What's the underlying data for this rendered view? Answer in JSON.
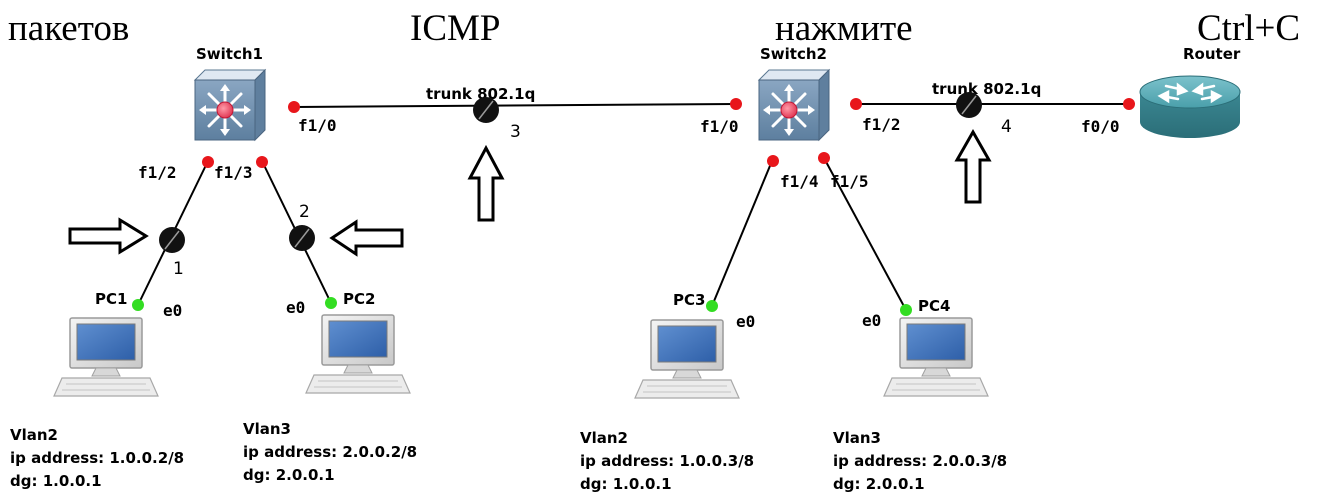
{
  "header_words": [
    "пакетов",
    "ICMP",
    "нажмите",
    "Ctrl+C"
  ],
  "devices": {
    "switch1": "Switch1",
    "switch2": "Switch2",
    "router": "Router",
    "pc1": "PC1",
    "pc2": "PC2",
    "pc3": "PC3",
    "pc4": "PC4"
  },
  "links": {
    "trunk1": "trunk 802.1q",
    "trunk2": "trunk 802.1q"
  },
  "ports": {
    "sw1_f1_0": "f1/0",
    "sw1_f1_2": "f1/2",
    "sw1_f1_3": "f1/3",
    "sw2_f1_0": "f1/0",
    "sw2_f1_2": "f1/2",
    "sw2_f1_4": "f1/4",
    "sw2_f1_5": "f1/5",
    "router_f0_0": "f0/0",
    "pc1_e0": "e0",
    "pc2_e0": "e0",
    "pc3_e0": "e0",
    "pc4_e0": "e0"
  },
  "capture_points": [
    "1",
    "2",
    "3",
    "4"
  ],
  "hosts": [
    {
      "vlan": "Vlan2",
      "ip": "ip address: 1.0.0.2/8",
      "dg": "dg: 1.0.0.1"
    },
    {
      "vlan": "Vlan3",
      "ip": "ip address: 2.0.0.2/8",
      "dg": "dg: 2.0.0.1"
    },
    {
      "vlan": "Vlan2",
      "ip": "ip address: 1.0.0.3/8",
      "dg": "dg: 1.0.0.1"
    },
    {
      "vlan": "Vlan3",
      "ip": "ip address: 2.0.0.3/8",
      "dg": "dg: 2.0.0.1"
    }
  ],
  "colors": {
    "port_dot": "#e8161b",
    "pc_port_dot": "#33dd22",
    "switch_body": "#6e8fac",
    "router_body": "#3d8f9c",
    "link": "#000000"
  }
}
